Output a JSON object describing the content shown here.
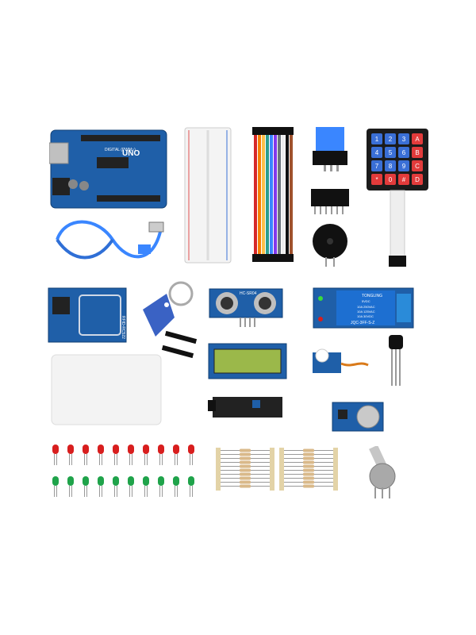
{
  "arduino": {
    "brand": "UNO",
    "board_label": "DIGITAL (PWM~)"
  },
  "keypad": {
    "keys": [
      "1",
      "2",
      "3",
      "A",
      "4",
      "5",
      "6",
      "B",
      "7",
      "8",
      "9",
      "C",
      "*",
      "0",
      "#",
      "D"
    ]
  },
  "rfid": {
    "label": "RFID-RC522"
  },
  "ultrasonic": {
    "label": "HC-SR04"
  },
  "relay": {
    "brand": "TONGLING",
    "voltage": "5VDC",
    "rating1": "10A 250VAC",
    "rating2": "10A 125VAC",
    "rating3": "10A 30VDC",
    "model": "JQC-3FF-S-Z"
  },
  "leds": {
    "red_count": 10,
    "green_count": 10,
    "red_color": "#d81e1e",
    "green_color": "#1fa34a"
  },
  "colors": {
    "pcb_blue": "#1f5fa8",
    "lcd_green": "#9bb84a",
    "wire_rainbow": [
      "#d62828",
      "#f77f00",
      "#fcbf49",
      "#2a9d8f",
      "#3a86ff",
      "#8338ec",
      "#6c757d",
      "#ffffff",
      "#111111",
      "#a0522d"
    ]
  }
}
